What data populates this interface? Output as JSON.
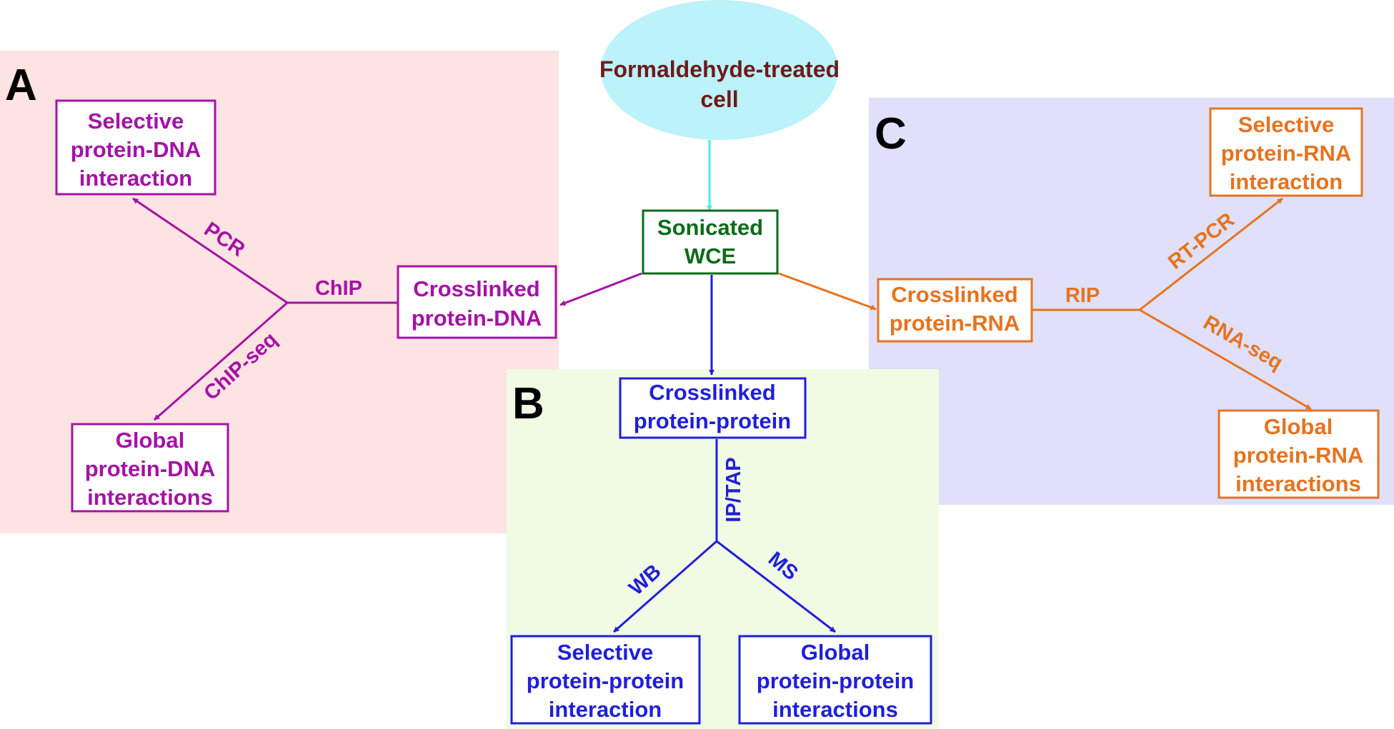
{
  "colors": {
    "panel_a_bg": "#fde3e1",
    "panel_b_bg": "#f1fbe4",
    "panel_c_bg": "#e0e0fa",
    "root_fill": "#bcf2f9",
    "root_text": "#6e1a1a",
    "cyan_arrow": "#4de6f0",
    "center_green": "#0d6b1a",
    "dna_purple": "#a512a5",
    "protein_blue": "#1f1fd8",
    "rna_orange": "#e6731f"
  },
  "panels": {
    "a": {
      "letter": "A"
    },
    "b": {
      "letter": "B"
    },
    "c": {
      "letter": "C"
    }
  },
  "nodes": {
    "root": {
      "lines": [
        "Formaldehyde-treated",
        "cell"
      ]
    },
    "wce": {
      "lines": [
        "Sonicated",
        "WCE"
      ]
    },
    "dna_crosslinked": {
      "lines": [
        "Crosslinked",
        "protein-DNA"
      ]
    },
    "dna_selective": {
      "lines": [
        "Selective",
        "protein-DNA",
        "interaction"
      ]
    },
    "dna_global": {
      "lines": [
        "Global",
        "protein-DNA",
        "interactions"
      ]
    },
    "protein_crosslinked": {
      "lines": [
        "Crosslinked",
        "protein-protein"
      ]
    },
    "protein_selective": {
      "lines": [
        "Selective",
        "protein-protein",
        "interaction"
      ]
    },
    "protein_global": {
      "lines": [
        "Global",
        "protein-protein",
        "interactions"
      ]
    },
    "rna_crosslinked": {
      "lines": [
        "Crosslinked",
        "protein-RNA"
      ]
    },
    "rna_selective": {
      "lines": [
        "Selective",
        "protein-RNA",
        "interaction"
      ]
    },
    "rna_global": {
      "lines": [
        "Global",
        "protein-RNA",
        "interactions"
      ]
    }
  },
  "edge_labels": {
    "chip": "ChIP",
    "pcr": "PCR",
    "chip_seq": "ChIP-seq",
    "ip_tap": "IP/TAP",
    "wb": "WB",
    "ms": "MS",
    "rip": "RIP",
    "rt_pcr": "RT-PCR",
    "rna_seq": "RNA-seq"
  }
}
